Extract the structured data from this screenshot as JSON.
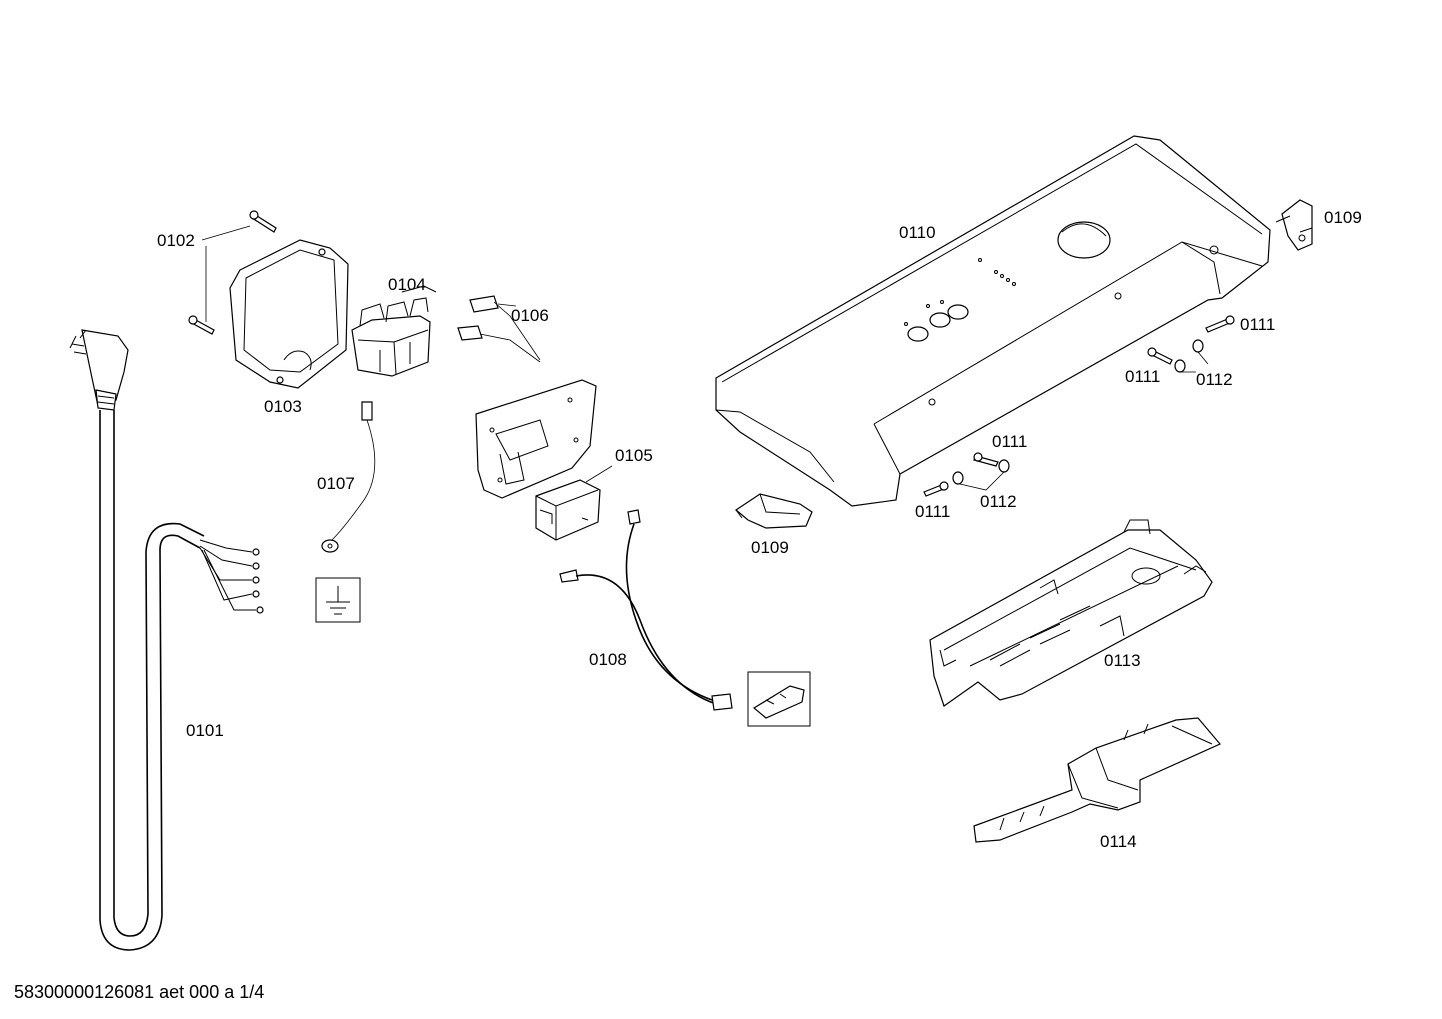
{
  "labels": {
    "p0101": "0101",
    "p0102": "0102",
    "p0103": "0103",
    "p0104": "0104",
    "p0105": "0105",
    "p0106": "0106",
    "p0107": "0107",
    "p0108": "0108",
    "p0109a": "0109",
    "p0109b": "0109",
    "p0110": "0110",
    "p0111a": "0111",
    "p0111b": "0111",
    "p0111c": "0111",
    "p0111d": "0111",
    "p0112a": "0112",
    "p0112b": "0112",
    "p0113": "0113",
    "p0114": "0114"
  },
  "footer": {
    "code": "58300000126081 aet 000 a 1/4"
  }
}
